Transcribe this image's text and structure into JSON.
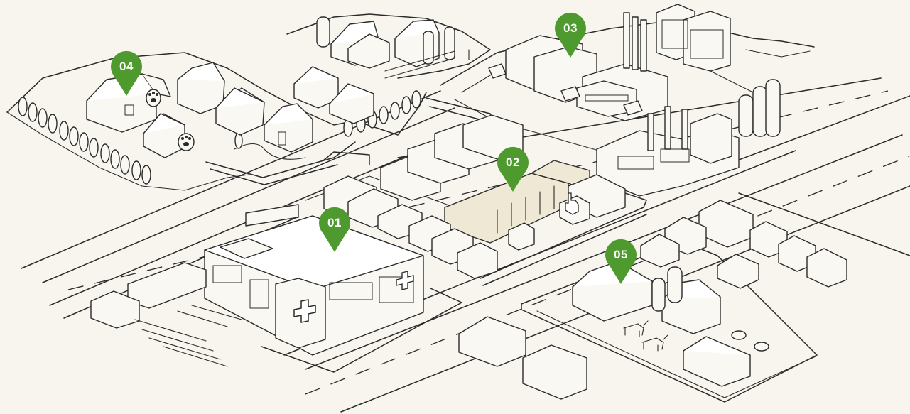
{
  "map": {
    "pins": [
      {
        "id": "01",
        "label": "01"
      },
      {
        "id": "02",
        "label": "02"
      },
      {
        "id": "03",
        "label": "03"
      },
      {
        "id": "04",
        "label": "04"
      },
      {
        "id": "05",
        "label": "05"
      }
    ],
    "colors": {
      "pin": "#4e9a2f",
      "background": "#f7f5ee",
      "highlight": "#efe8d5",
      "ink": "#2b2b2b"
    },
    "icons": [
      "map-pin-icon",
      "hand-cursor-icon",
      "medical-cross-icon",
      "paw-icon",
      "truck-icon",
      "horse-icon",
      "cow-icon",
      "silo-icon"
    ]
  }
}
